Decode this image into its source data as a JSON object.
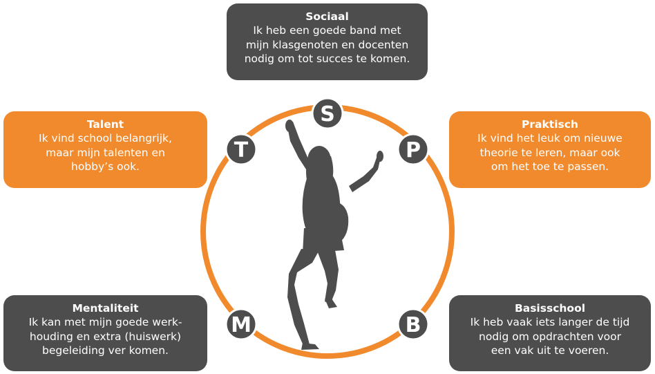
{
  "cards": {
    "sociaal": {
      "title": "Sociaal",
      "body": "Ik heb een goede band met\nmijn klasgenoten en docenten\nnodig om tot succes te komen."
    },
    "talent": {
      "title": "Talent",
      "body": "Ik vind school belangrijk,\nmaar mijn talenten en\nhobby’s ook."
    },
    "praktisch": {
      "title": "Praktisch",
      "body": "Ik vind het leuk om nieuwe\ntheorie te leren, maar ook\nom het toe te passen."
    },
    "mentaliteit": {
      "title": "Mentaliteit",
      "body": "Ik kan met mijn goede werk-\nhouding en extra (huiswerk)\nbegeleiding ver komen."
    },
    "basisschool": {
      "title": "Basisschool",
      "body": "Ik heb vaak iets langer de tijd\nnodig om opdrachten voor\neen vak uit te voeren."
    }
  },
  "nodes": {
    "s": "S",
    "p": "P",
    "t": "T",
    "m": "M",
    "b": "B"
  },
  "colors": {
    "dark": "#4d4d4d",
    "orange": "#f08a2c",
    "ring": "#f08a2c",
    "silhouette": "#4d4d4d"
  },
  "icons": {
    "center": "cheering-person-silhouette"
  }
}
